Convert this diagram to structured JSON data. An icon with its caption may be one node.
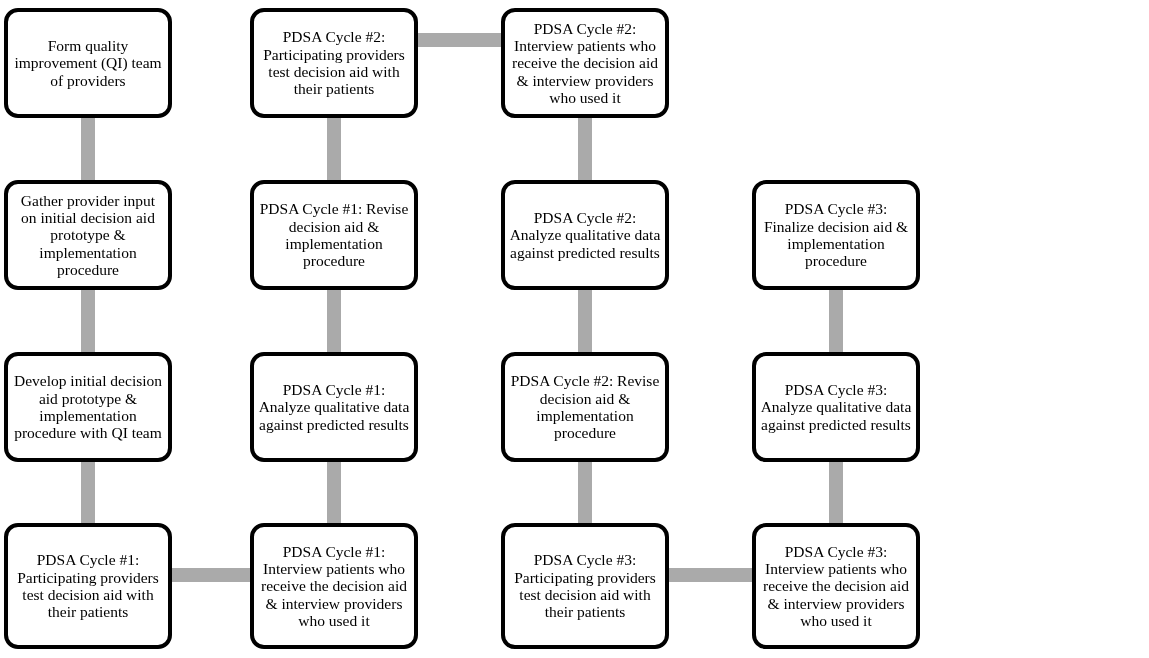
{
  "diagram": {
    "nodes": [
      {
        "text": [
          "Form quality improvement (QI) team of providers"
        ]
      },
      {
        "text": [
          "Gather provider input on initial decision aid prototype & implementation procedure"
        ]
      },
      {
        "text": [
          "Develop initial decision aid prototype & implementation procedure with QI team"
        ]
      },
      {
        "text": [
          "PDSA Cycle #1: Participating providers test decision aid with their patients"
        ]
      },
      {
        "text": [
          "PDSA Cycle #1: Interview patients who receive the decision aid & interview providers who used it"
        ]
      },
      {
        "text": [
          "PDSA Cycle #1: Analyze qualitative data against predicted results"
        ]
      },
      {
        "text": [
          "PDSA Cycle #1: Revise decision aid & implementation procedure"
        ]
      },
      {
        "text": [
          "PDSA Cycle #2: Participating providers test decision aid with their patients"
        ]
      },
      {
        "text": [
          "PDSA Cycle #2: Interview patients who receive the decision aid & interview providers who used it"
        ]
      },
      {
        "text": [
          "PDSA Cycle #2: Analyze qualitative data against predicted results"
        ]
      },
      {
        "text": [
          "PDSA Cycle #2: Revise decision aid & implementation procedure"
        ]
      },
      {
        "text": [
          "PDSA Cycle #3: Participating providers test decision aid with their patients"
        ]
      },
      {
        "text": [
          "PDSA Cycle #3: Interview patients who receive the decision aid & interview providers who used it"
        ]
      },
      {
        "text": [
          "PDSA Cycle #3: Analyze qualitative data against predicted results"
        ]
      },
      {
        "text": [
          "PDSA Cycle #3: Finalize decision aid & implementation procedure"
        ]
      }
    ],
    "edges": [
      {
        "from": 0,
        "to": 1,
        "arrow": "none"
      },
      {
        "from": 1,
        "to": 2,
        "arrow": "none"
      },
      {
        "from": 2,
        "to": 3,
        "arrow": "none"
      },
      {
        "from": 3,
        "to": 4,
        "arrow": "none"
      },
      {
        "from": 4,
        "to": 5,
        "arrow": "none"
      },
      {
        "from": 5,
        "to": 6,
        "arrow": "none"
      },
      {
        "from": 6,
        "to": 7,
        "arrow": "none"
      },
      {
        "from": 7,
        "to": 8,
        "arrow": "none"
      },
      {
        "from": 8,
        "to": 9,
        "arrow": "none"
      },
      {
        "from": 9,
        "to": 10,
        "arrow": "none"
      },
      {
        "from": 10,
        "to": 11,
        "arrow": "none"
      },
      {
        "from": 11,
        "to": 12,
        "arrow": "none"
      },
      {
        "from": 12,
        "to": 13,
        "arrow": "none"
      },
      {
        "from": 13,
        "to": 14,
        "arrow": "none"
      }
    ]
  }
}
